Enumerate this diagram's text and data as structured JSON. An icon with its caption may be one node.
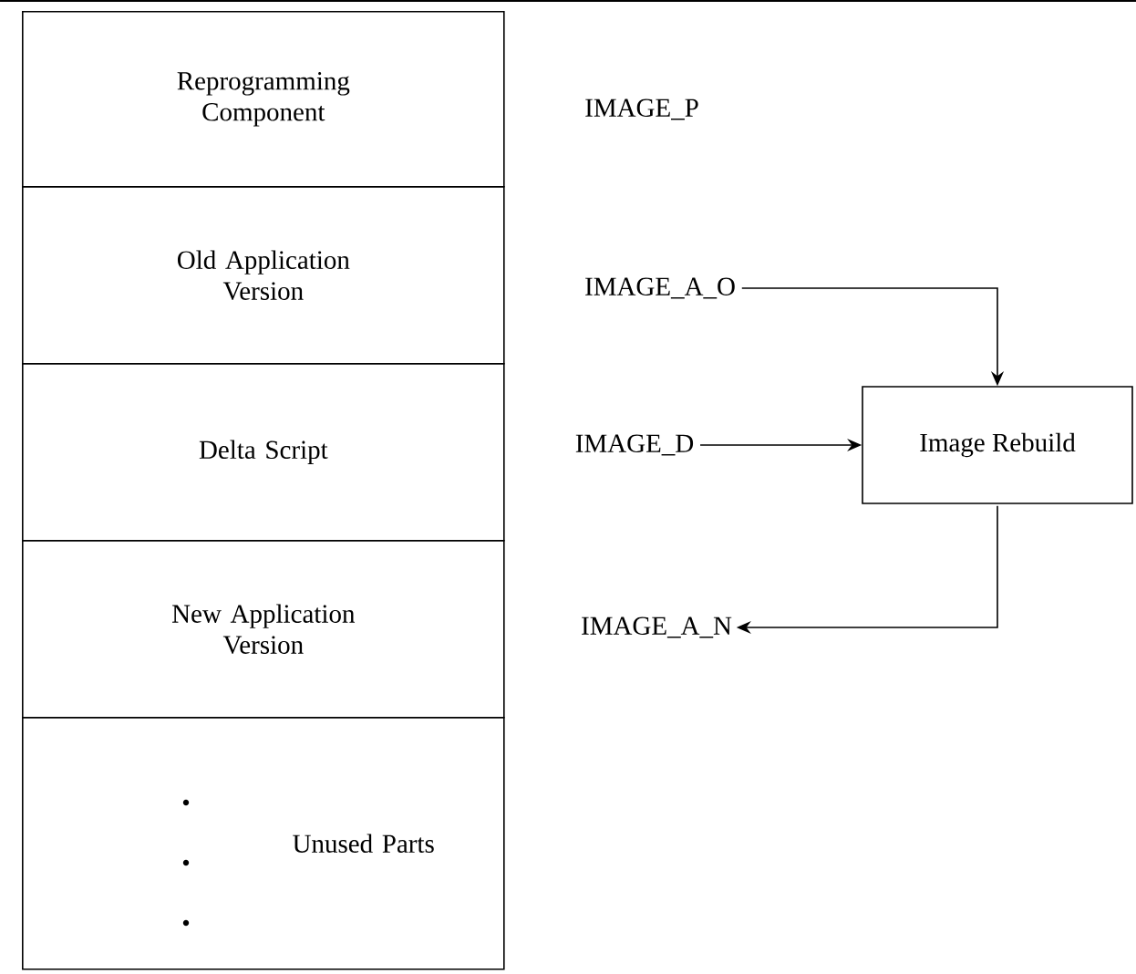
{
  "diagram": {
    "nodes": [
      {
        "text": [
          "Reprogramming Component"
        ]
      },
      {
        "text": [
          "Old Application Version"
        ]
      },
      {
        "text": [
          "Delta Script"
        ]
      },
      {
        "text": [
          "New Application Version"
        ]
      },
      {
        "text": [
          "Unused Parts"
        ]
      },
      {
        "text": [
          "IMAGE_A_O"
        ]
      },
      {
        "text": [
          "IMAGE_D"
        ]
      },
      {
        "text": [
          "Image Rebuild"
        ]
      },
      {
        "text": [
          "IMAGE_A_N"
        ]
      }
    ],
    "edges": [
      {
        "from": 5,
        "to": 7,
        "arrow": "to"
      },
      {
        "from": 6,
        "to": 7,
        "arrow": "to"
      },
      {
        "from": 7,
        "to": 8,
        "arrow": "to"
      }
    ],
    "labels": [
      "IMAGE_P"
    ]
  }
}
